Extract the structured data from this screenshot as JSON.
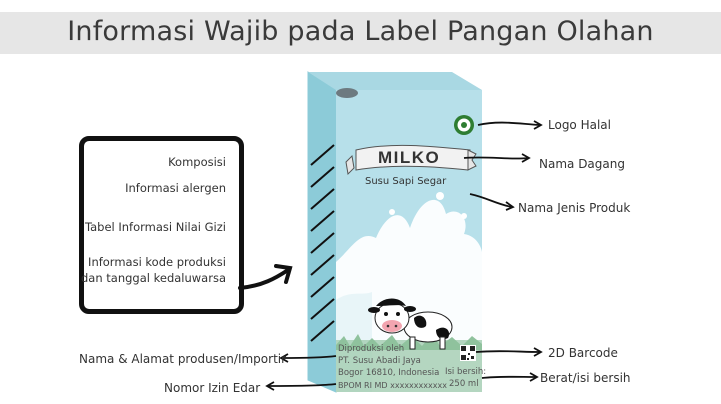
{
  "title": "Informasi Wajib pada Label Pangan Olahan",
  "box_items": {
    "komposisi": "Komposisi",
    "alergen": "Informasi alergen",
    "gizi": "Tabel Informasi Nilai Gizi",
    "kode_1": "Informasi kode produksi",
    "kode_2": "dan tanggal kedaluwarsa"
  },
  "labels": {
    "logo_halal": "Logo Halal",
    "nama_dagang": "Nama Dagang",
    "nama_jenis": "Nama Jenis Produk",
    "barcode": "2D Barcode",
    "berat": "Berat/isi bersih",
    "produsen": "Nama & Alamat produsen/Importir",
    "izin": "Nomor Izin Edar"
  },
  "package": {
    "brand": "MILKO",
    "subtitle": "Susu Sapi Segar",
    "producer_1": "Diproduksi oleh",
    "producer_2": "PT. Susu Abadi Jaya",
    "producer_3": "Bogor 16810, Indonesia",
    "bpom": "BPOM RI MD xxxxxxxxxxxx",
    "isi_1": "Isi bersih:",
    "isi_2": "250 ml"
  },
  "colors": {
    "carton": "#b7e0ea",
    "carton_side": "#8ccbd8",
    "carton_top": "#a9d8e3"
  },
  "icons": [
    "halal-logo-icon",
    "qr-code-icon",
    "cow-illustration",
    "arrow-icon"
  ]
}
